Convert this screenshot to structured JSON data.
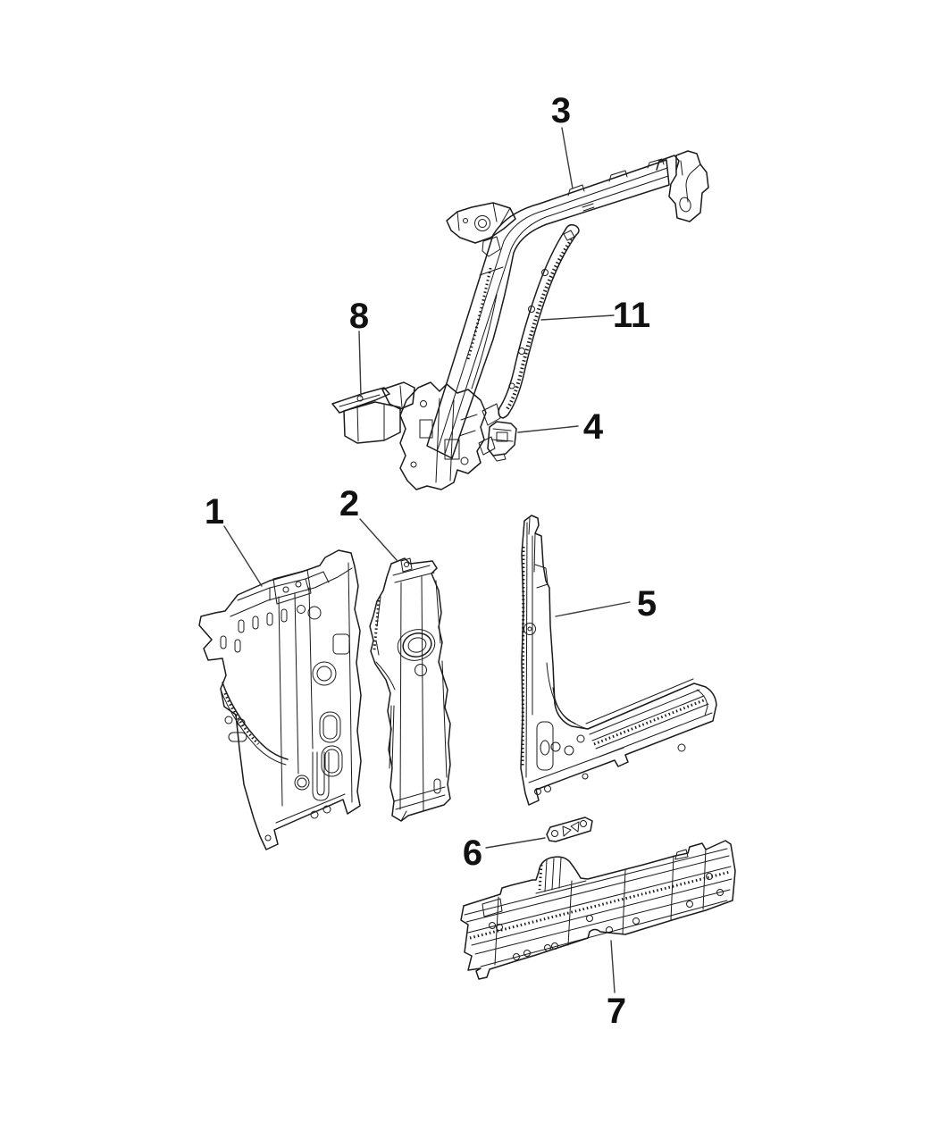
{
  "diagram": {
    "background_color": "#ffffff",
    "line_color": "#1b1b1b",
    "callouts": [
      {
        "label": "1"
      },
      {
        "label": "2"
      },
      {
        "label": "3"
      },
      {
        "label": "4"
      },
      {
        "label": "5"
      },
      {
        "label": "6"
      },
      {
        "label": "7"
      },
      {
        "label": "8"
      },
      {
        "label": "11"
      }
    ]
  }
}
